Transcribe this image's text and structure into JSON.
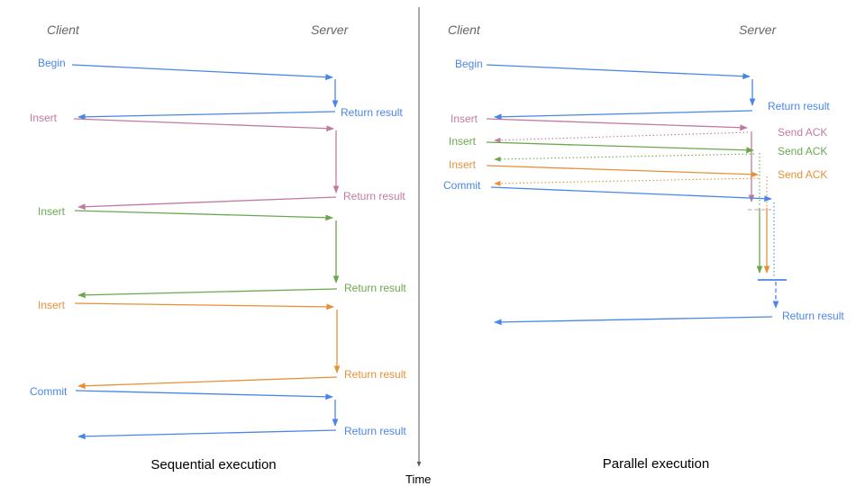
{
  "palette": {
    "blue": "#4a86e8",
    "pink": "#c27ba0",
    "green": "#6aa84f",
    "orange": "#e69138",
    "divider": "#555555",
    "header": "#666666",
    "caption": "#000000"
  },
  "divider": {
    "time_label": "Time"
  },
  "sequential": {
    "client_header": "Client",
    "server_header": "Server",
    "caption": "Sequential execution",
    "steps": [
      {
        "request": "Begin",
        "color": "blue",
        "response": "Return result"
      },
      {
        "request": "Insert",
        "color": "pink",
        "response": "Return result"
      },
      {
        "request": "Insert",
        "color": "green",
        "response": "Return result"
      },
      {
        "request": "Insert",
        "color": "orange",
        "response": "Return result"
      },
      {
        "request": "Commit",
        "color": "blue",
        "response": "Return result"
      }
    ]
  },
  "parallel": {
    "client_header": "Client",
    "server_header": "Server",
    "caption": "Parallel execution",
    "steps": [
      {
        "request": "Begin",
        "color": "blue",
        "response": "Return result"
      },
      {
        "request": "Insert",
        "color": "pink",
        "ack": "Send ACK"
      },
      {
        "request": "Insert",
        "color": "green",
        "ack": "Send ACK"
      },
      {
        "request": "Insert",
        "color": "orange",
        "ack": "Send ACK"
      },
      {
        "request": "Commit",
        "color": "blue",
        "response": "Return result"
      }
    ]
  }
}
